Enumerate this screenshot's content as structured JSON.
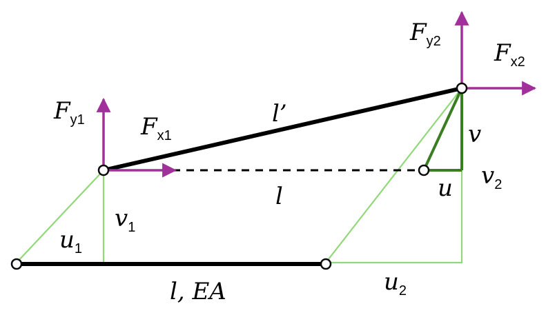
{
  "colors": {
    "bar": "#000000",
    "force_arrow": "#a0309a",
    "light_green": "#90d878",
    "dark_green": "#3a7e22"
  },
  "labels": {
    "Fy1": {
      "main": "F",
      "sub": "y1"
    },
    "Fx1": {
      "main": "F",
      "sub": "x1"
    },
    "Fy2": {
      "main": "F",
      "sub": "y2"
    },
    "Fx2": {
      "main": "F",
      "sub": "x2"
    },
    "l_prime": "l’",
    "l": "l",
    "l_EA": "l, EA",
    "v": "v",
    "u": "u",
    "v1": {
      "main": "v",
      "sub": "1"
    },
    "u1": {
      "main": "u",
      "sub": "1"
    },
    "v2": {
      "main": "v",
      "sub": "2"
    },
    "u2": {
      "main": "u",
      "sub": "2"
    }
  }
}
